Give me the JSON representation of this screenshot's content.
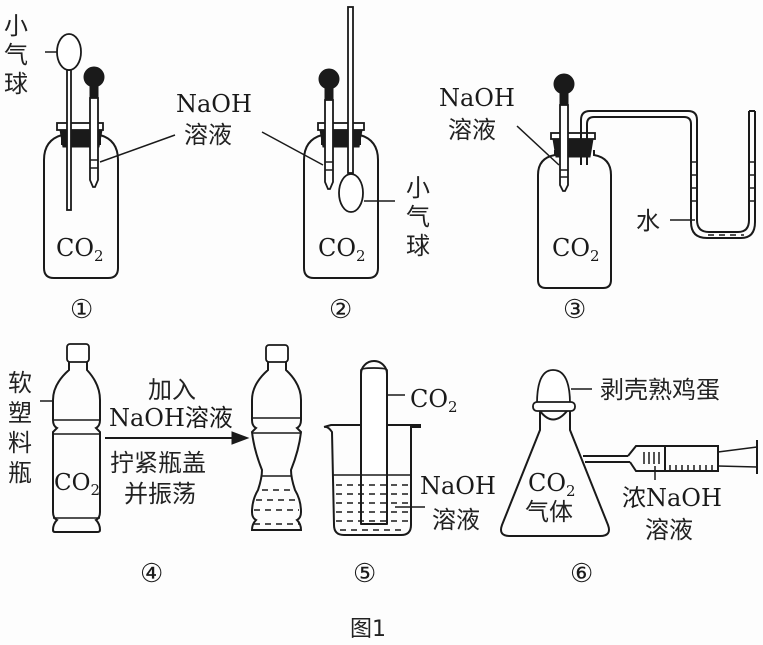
{
  "figure": {
    "caption": "图1",
    "panels": [
      {
        "id": "1",
        "number_label": "①",
        "gas_label": "CO",
        "gas_subscript": "2",
        "labels": {
          "balloon": [
            "小",
            "气",
            "球"
          ],
          "solution_line1": "NaOH",
          "solution_line2": "溶液"
        }
      },
      {
        "id": "2",
        "number_label": "②",
        "gas_label": "CO",
        "gas_subscript": "2",
        "labels": {
          "balloon": [
            "小",
            "气",
            "球"
          ]
        }
      },
      {
        "id": "3",
        "number_label": "③",
        "gas_label": "CO",
        "gas_subscript": "2",
        "labels": {
          "solution_line1": "NaOH",
          "solution_line2": "溶液",
          "water": "水"
        }
      },
      {
        "id": "4",
        "number_label": "④",
        "gas_label": "CO",
        "gas_subscript": "2",
        "labels": {
          "bottle": [
            "软",
            "塑",
            "料",
            "瓶"
          ],
          "arrow_top_line1": "加入",
          "arrow_top_line2": "NaOH溶液",
          "arrow_bottom_line1": "拧紧瓶盖",
          "arrow_bottom_line2": "并振荡"
        }
      },
      {
        "id": "5",
        "number_label": "⑤",
        "gas_label": "CO",
        "gas_subscript": "2",
        "labels": {
          "solution_line1": "NaOH",
          "solution_line2": "溶液"
        }
      },
      {
        "id": "6",
        "number_label": "⑥",
        "gas_label": "CO",
        "gas_subscript": "2",
        "labels": {
          "gas_word": "气体",
          "egg": "剥壳熟鸡蛋",
          "syringe_line1": "浓NaOH",
          "syringe_line2": "溶液"
        }
      }
    ]
  }
}
